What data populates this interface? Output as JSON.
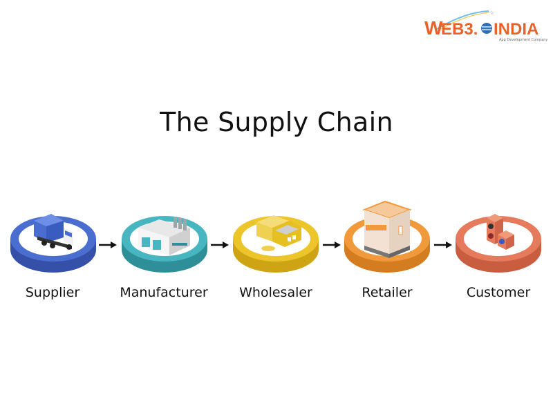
{
  "logo": {
    "brand_web": "WEB",
    "brand_num": "3.",
    "brand_india": "INDIA",
    "tagline": "App Development Company",
    "colors": {
      "orange": "#e8632a",
      "blue": "#2f6fb7"
    }
  },
  "title": "The Supply Chain",
  "stages": [
    {
      "label": "Supplier",
      "icon": "truck-icon",
      "color": "#4a6ed0",
      "dark": "#3450a8"
    },
    {
      "label": "Manufacturer",
      "icon": "factory-icon",
      "color": "#48b6c0",
      "dark": "#2f8f98"
    },
    {
      "label": "Wholesaler",
      "icon": "warehouse-icon",
      "color": "#ecc52a",
      "dark": "#cfa414"
    },
    {
      "label": "Retailer",
      "icon": "shop-icon",
      "color": "#f09a3c",
      "dark": "#d47c20"
    },
    {
      "label": "Customer",
      "icon": "customers-icon",
      "color": "#e57a5c",
      "dark": "#c85d40"
    }
  ]
}
